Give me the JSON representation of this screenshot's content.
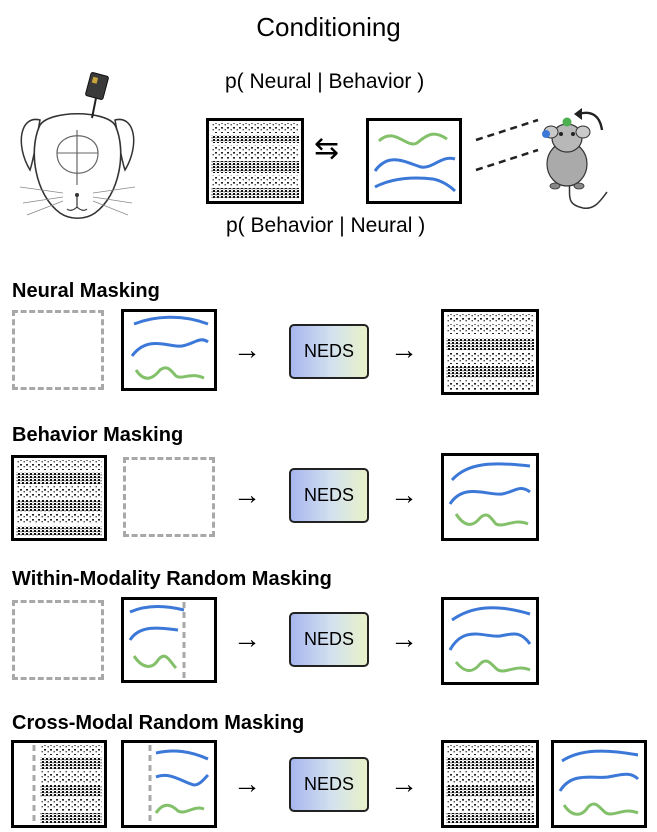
{
  "title": "Conditioning",
  "formula_top": "p( Neural | Behavior )",
  "formula_bottom": "p( Behavior | Neural )",
  "swap_symbol": "⇆",
  "arrow_symbol": "→",
  "model_label": "NEDS",
  "sections": [
    {
      "title": "Neural Masking"
    },
    {
      "title": "Behavior Masking"
    },
    {
      "title": "Within-Modality Random Masking"
    },
    {
      "title": "Cross-Modal Random Masking"
    }
  ],
  "colors": {
    "blue": "#3b78d8",
    "green": "#83c06a",
    "dashed": "#a8a8a8"
  },
  "icons": [
    "mouse-brain-icon",
    "probe-icon",
    "mouse-topview-icon",
    "rotate-arrow-icon"
  ]
}
